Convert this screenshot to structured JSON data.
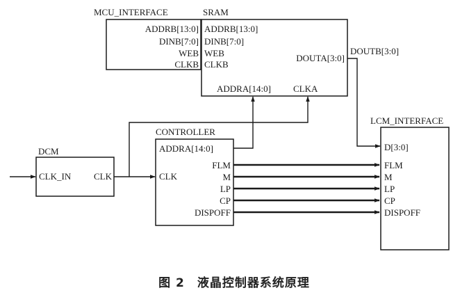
{
  "blocks": {
    "mcu": {
      "title": "MCU_INTERFACE",
      "ports": [
        "ADDRB[13:0]",
        "DINB[7:0]",
        "WEB",
        "CLKB"
      ]
    },
    "sram": {
      "title": "SRAM",
      "in_ports": [
        "ADDRB[13:0]",
        "DINB[7:0]",
        "WEB",
        "CLKB"
      ],
      "out_port": "DOUTA[3:0]",
      "bottom_ports": [
        "ADDRA[14:0]",
        "CLKA"
      ]
    },
    "dcm": {
      "title": "DCM",
      "in_port": "CLK_IN",
      "out_port": "CLK"
    },
    "controller": {
      "title": "CONTROLLER",
      "addr_port": "ADDRA[14:0]",
      "clk_port": "CLK",
      "outputs": [
        "FLM",
        "M",
        "LP",
        "CP",
        "DISPOFF"
      ]
    },
    "lcm": {
      "title": "LCM_INTERFACE",
      "data_port": "D[3:0]",
      "inputs": [
        "FLM",
        "M",
        "LP",
        "CP",
        "DISPOFF"
      ]
    }
  },
  "nets": {
    "doutb": "DOUTB[3:0]"
  },
  "caption": "图 2　液晶控制器系统原理"
}
